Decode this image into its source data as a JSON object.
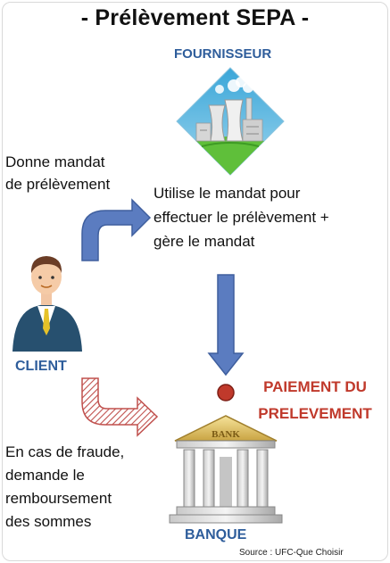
{
  "title": "- Prélèvement SEPA -",
  "fournisseur_label": "FOURNISSEUR",
  "client_label": "CLIENT",
  "banque_label": "BANQUE",
  "bank_sign": "BANK",
  "mandat_text": [
    "Donne mandat",
    "de prélèvement"
  ],
  "fournisseur_text": [
    "Utilise le mandat pour",
    "effectuer le prélèvement +",
    "gère le mandat"
  ],
  "paiement_text": [
    "PAIEMENT DU",
    "PRELEVEMENT"
  ],
  "fraude_text": [
    "En cas de fraude,",
    "demande le",
    "remboursement",
    "des sommes"
  ],
  "source": "Source : UFC-Que Choisir",
  "colors": {
    "blue_label": "#2e5d9b",
    "red_label": "#c0392b",
    "arrow_blue": "#5b7cc0",
    "arrow_hatch": "#c0504d"
  }
}
